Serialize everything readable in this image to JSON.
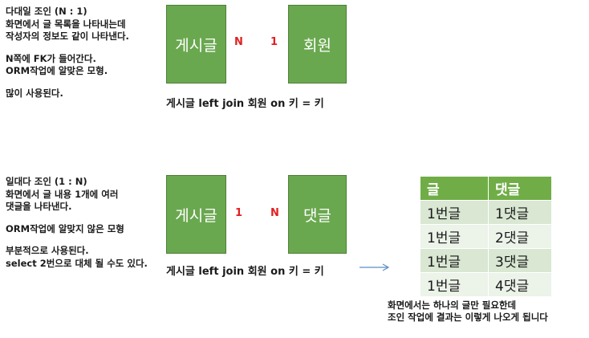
{
  "top": {
    "notes": [
      "다대일 조인 (N : 1)",
      "화면에서 글 목록을 나타내는데",
      "작성자의 정보도 같이 나타낸다."
    ],
    "notes2": [
      "N쪽에 FK가 들어간다.",
      "ORM작업에 알맞은 모형."
    ],
    "notes3": [
      "많이 사용된다."
    ],
    "left_box": "게시글",
    "right_box": "회원",
    "left_card": "N",
    "right_card": "1",
    "query": "게시글 left join 회원 on 키 = 키"
  },
  "bottom": {
    "notes": [
      "일대다 조인 (1 : N)",
      "화면에서 글 내용 1개에 여러",
      "댓글을 나타낸다."
    ],
    "notes2": [
      "ORM작업에 알맞지 않은 모형"
    ],
    "notes3": [
      "부분적으로 사용된다.",
      "select 2번으로 대체 될 수도 있다."
    ],
    "left_box": "게시글",
    "right_box": "댓글",
    "left_card": "1",
    "right_card": "N",
    "query": "게시글 left join 회원 on 키 = 키"
  },
  "result_table": {
    "headers": [
      "글",
      "댓글"
    ],
    "rows": [
      [
        "1번글",
        "1댓글"
      ],
      [
        "1번글",
        "2댓글"
      ],
      [
        "1번글",
        "3댓글"
      ],
      [
        "1번글",
        "4댓글"
      ]
    ]
  },
  "caption": [
    "화면에서는 하나의 글만 필요한데",
    "조인 작업에 결과는 이렇게 나오게 됩니다"
  ],
  "colors": {
    "box": "#6aa84f",
    "cardinality": "#e02020",
    "table_header": "#70ad47",
    "arrow": "#5b8fc7"
  }
}
